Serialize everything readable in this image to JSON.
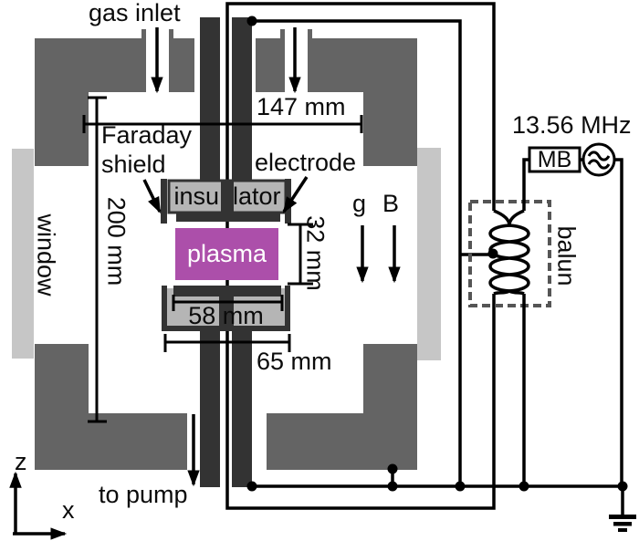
{
  "labels": {
    "gas_inlet": "gas inlet",
    "to_pump": "to pump",
    "window": "window",
    "faraday_shield": "Faraday shield",
    "electrode": "electrode",
    "insulator_left": "insu",
    "insulator_right": "lator",
    "plasma": "plasma",
    "gravity": "g",
    "magnetic_field": "B",
    "balun": "balun",
    "matchbox": "MB",
    "frequency": "13.56 MHz",
    "axis_vertical": "z",
    "axis_horizontal": "x"
  },
  "dimensions": {
    "chamber_inner_width": "147 mm",
    "chamber_inner_height": "200 mm",
    "electrode_gap": "32 mm",
    "electrode_width": "58 mm",
    "assembly_width": "65 mm"
  },
  "colors": {
    "chamber_wall": "#646464",
    "window_glass": "#c6c6c6",
    "electrode_dark": "#333333",
    "insulator_fill": "#b5b5b5",
    "plasma_fill": "#AC4FAA",
    "balun_box_dashed": "#555555",
    "wire": "#000000"
  }
}
